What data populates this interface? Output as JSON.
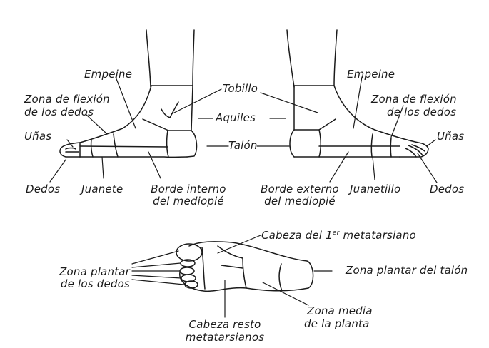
{
  "labels": {
    "left_foot": {
      "empeine": "Empeine",
      "zona_flexion_1": "Zona de flexión",
      "zona_flexion_2": "de los dedos",
      "unas": "Uñas",
      "dedos": "Dedos",
      "juanete": "Juanete",
      "borde_interno_1": "Borde interno",
      "borde_interno_2": "del mediopié"
    },
    "shared": {
      "tobillo": "Tobillo",
      "aquiles": "Aquiles",
      "talon": "Talón"
    },
    "right_foot": {
      "empeine": "Empeine",
      "zona_flexion_1": "Zona de flexión",
      "zona_flexion_2": "de los dedos",
      "unas": "Uñas",
      "borde_externo_1": "Borde externo",
      "borde_externo_2": "del mediopié",
      "juanetillo": "Juanetillo",
      "dedos": "Dedos"
    },
    "sole": {
      "cabeza_primer_pre": "Cabeza del 1",
      "cabeza_primer_sup": "er",
      "cabeza_primer_post": " metatarsiano",
      "zona_plantar_dedos_1": "Zona plantar",
      "zona_plantar_dedos_2": "de los dedos",
      "zona_plantar_talon": "Zona plantar del talón",
      "cabeza_resto_1": "Cabeza resto",
      "cabeza_resto_2": "metatarsianos",
      "zona_media_1": "Zona media",
      "zona_media_2": "de la planta"
    }
  },
  "colors": {
    "ink": "#1b1b1b",
    "paper": "#ffffff"
  }
}
